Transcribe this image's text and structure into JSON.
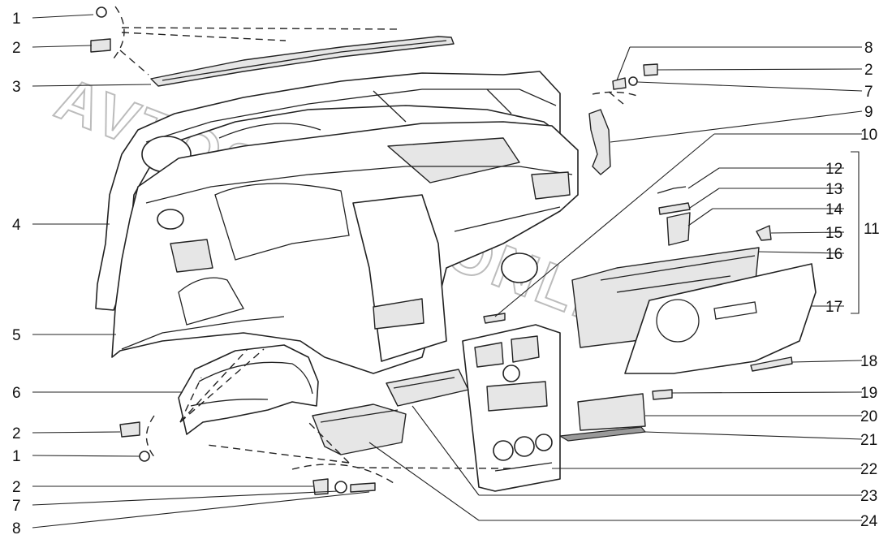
{
  "diagram": {
    "watermark": "AVTOSKLAD ONLINE",
    "callouts_left": [
      "1",
      "2",
      "3",
      "4",
      "5",
      "6",
      "2",
      "1",
      "2",
      "7",
      "8"
    ],
    "callouts_right": [
      "8",
      "2",
      "7",
      "9",
      "10",
      "12",
      "13",
      "14",
      "15",
      "16",
      "17",
      "18",
      "19",
      "20",
      "21",
      "22",
      "23",
      "24"
    ],
    "bracket_label": "11"
  }
}
